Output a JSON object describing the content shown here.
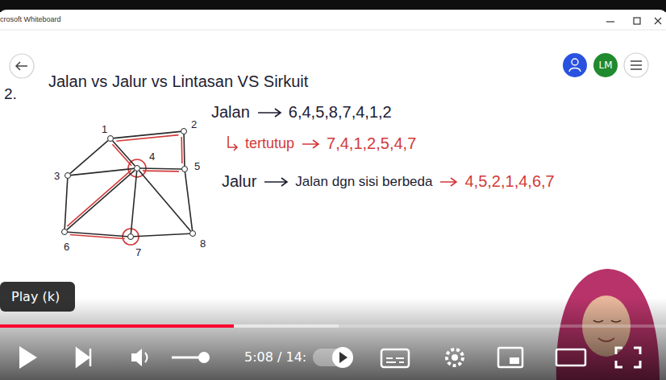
{
  "diagram": {
    "title": "Jalan vs Jalur vs Lintasan VS Sirkuit",
    "nodes": [
      {
        "text": [
          "1"
        ]
      },
      {
        "text": [
          "2"
        ]
      },
      {
        "text": [
          "3"
        ]
      },
      {
        "text": [
          "4"
        ]
      },
      {
        "text": [
          "5"
        ]
      },
      {
        "text": [
          "6"
        ]
      },
      {
        "text": [
          "7"
        ]
      },
      {
        "text": [
          "8"
        ]
      }
    ],
    "edges": [
      {
        "from": 0,
        "to": 1,
        "arrow": "none"
      },
      {
        "from": 0,
        "to": 2,
        "arrow": "none"
      },
      {
        "from": 0,
        "to": 3,
        "arrow": "none"
      },
      {
        "from": 1,
        "to": 4,
        "arrow": "none"
      },
      {
        "from": 2,
        "to": 3,
        "arrow": "none"
      },
      {
        "from": 2,
        "to": 5,
        "arrow": "none"
      },
      {
        "from": 3,
        "to": 4,
        "arrow": "none"
      },
      {
        "from": 3,
        "to": 5,
        "arrow": "none"
      },
      {
        "from": 3,
        "to": 6,
        "arrow": "none"
      },
      {
        "from": 3,
        "to": 7,
        "arrow": "none"
      },
      {
        "from": 4,
        "to": 7,
        "arrow": "none"
      },
      {
        "from": 5,
        "to": 6,
        "arrow": "none"
      },
      {
        "from": 6,
        "to": 7,
        "arrow": "none"
      }
    ],
    "labels": [
      "crosoft Whiteboard",
      "2.",
      "Jalan",
      "6,4,5,8,7,4,1,2",
      "tertutup",
      "7,4,1,2,5,4,7",
      "Jalur",
      "Jalan dgn sisi berbeda",
      "4,5,2,1,4,6,7",
      "LM",
      "Play (k)",
      "5:08 / 14:"
    ]
  }
}
